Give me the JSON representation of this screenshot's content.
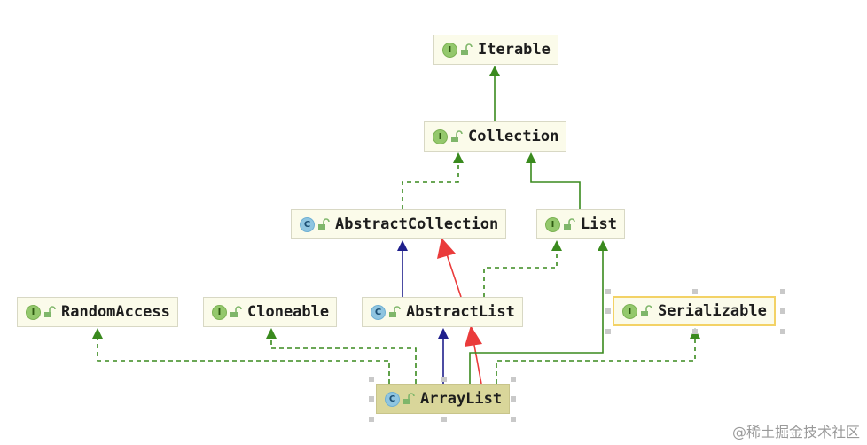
{
  "diagram": {
    "nodes": [
      {
        "id": "iterable",
        "label": "Iterable",
        "kind": "interface"
      },
      {
        "id": "collection",
        "label": "Collection",
        "kind": "interface"
      },
      {
        "id": "abstract-collection",
        "label": "AbstractCollection",
        "kind": "class"
      },
      {
        "id": "list",
        "label": "List",
        "kind": "interface"
      },
      {
        "id": "random-access",
        "label": "RandomAccess",
        "kind": "interface"
      },
      {
        "id": "cloneable",
        "label": "Cloneable",
        "kind": "interface"
      },
      {
        "id": "abstract-list",
        "label": "AbstractList",
        "kind": "class"
      },
      {
        "id": "serializable",
        "label": "Serializable",
        "kind": "interface"
      },
      {
        "id": "array-list",
        "label": "ArrayList",
        "kind": "class"
      }
    ],
    "badge_letters": {
      "interface": "I",
      "class": "C"
    },
    "edges": [
      {
        "from": "collection",
        "to": "iterable",
        "type": "extends-interface"
      },
      {
        "from": "abstract-collection",
        "to": "collection",
        "type": "implements"
      },
      {
        "from": "list",
        "to": "collection",
        "type": "extends-interface"
      },
      {
        "from": "abstract-list",
        "to": "abstract-collection",
        "type": "extends-class"
      },
      {
        "from": "abstract-list",
        "to": "list",
        "type": "implements"
      },
      {
        "from": "array-list",
        "to": "random-access",
        "type": "implements"
      },
      {
        "from": "array-list",
        "to": "cloneable",
        "type": "implements"
      },
      {
        "from": "array-list",
        "to": "abstract-list",
        "type": "extends-class"
      },
      {
        "from": "array-list",
        "to": "list",
        "type": "implements"
      },
      {
        "from": "array-list",
        "to": "serializable",
        "type": "implements"
      }
    ],
    "colors": {
      "implements": "#3a8a1e",
      "extends-interface": "#3a8a1e",
      "extends-class": "#1f1f8c",
      "highlight": "#ea3b3b",
      "interface_badge": "#94c86c",
      "class_badge": "#8fc5e0"
    },
    "selected_node": "serializable",
    "focused_node": "array-list"
  },
  "watermark": "@稀土掘金技术社区"
}
